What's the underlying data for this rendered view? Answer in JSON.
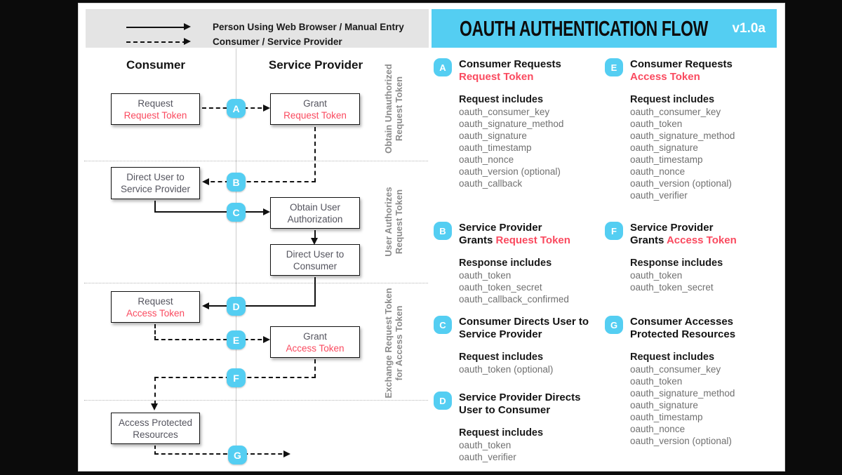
{
  "colors": {
    "accent_cyan": "#54CEF2",
    "accent_red": "#FA4A5F"
  },
  "legend": {
    "solid_label": "Person Using Web Browser / Manual Entry",
    "dashed_label": "Consumer / Service Provider"
  },
  "header": {
    "title": "OAUTH AUTHENTICATION FLOW",
    "version": "v1.0a"
  },
  "flowchart": {
    "columns": {
      "consumer": "Consumer",
      "service_provider": "Service Provider"
    },
    "steps": [
      "A",
      "B",
      "C",
      "D",
      "E",
      "F",
      "G"
    ],
    "boxes": [
      {
        "line1": "Request",
        "line2": "Request Token",
        "line2_red": true
      },
      {
        "line1": "Grant",
        "line2": "Request Token",
        "line2_red": true
      },
      {
        "line1": "Direct User to",
        "line2": "Service Provider",
        "line2_red": false
      },
      {
        "line1": "Obtain User",
        "line2": "Authorization",
        "line2_red": false
      },
      {
        "line1": "Direct User to",
        "line2": "Consumer",
        "line2_red": false
      },
      {
        "line1": "Request",
        "line2": "Access Token",
        "line2_red": true
      },
      {
        "line1": "Grant",
        "line2": "Access Token",
        "line2_red": true
      },
      {
        "line1": "Access Protected",
        "line2": "Resources",
        "line2_red": false
      }
    ],
    "phases": [
      {
        "line1": "Obtain Unauthorized",
        "line2": "Request Token"
      },
      {
        "line1": "User Authorizes",
        "line2": "Request Token"
      },
      {
        "line1": "Exchange Request Token",
        "line2": "for Access Token"
      }
    ]
  },
  "sections": [
    {
      "letter": "A",
      "heading_line1": "Consumer Requests",
      "heading_line2_black": "",
      "heading_line2_red": "Request Token",
      "includes_title": "Request includes",
      "params": [
        "oauth_consumer_key",
        "oauth_signature_method",
        "oauth_signature",
        "oauth_timestamp",
        "oauth_nonce",
        "oauth_version (optional)",
        "oauth_callback"
      ]
    },
    {
      "letter": "B",
      "heading_line1": "Service Provider",
      "heading_line2_black": "Grants ",
      "heading_line2_red": "Request Token",
      "includes_title": "Response includes",
      "params": [
        "oauth_token",
        "oauth_token_secret",
        "oauth_callback_confirmed"
      ]
    },
    {
      "letter": "C",
      "heading_line1": "Consumer Directs User to",
      "heading_line2_black": "Service Provider",
      "heading_line2_red": "",
      "includes_title": "Request includes",
      "params": [
        "oauth_token (optional)"
      ]
    },
    {
      "letter": "D",
      "heading_line1": "Service Provider Directs",
      "heading_line2_black": "User to Consumer",
      "heading_line2_red": "",
      "includes_title": "Request includes",
      "params": [
        "oauth_token",
        "oauth_verifier"
      ]
    },
    {
      "letter": "E",
      "heading_line1": "Consumer Requests",
      "heading_line2_black": "",
      "heading_line2_red": "Access Token",
      "includes_title": "Request includes",
      "params": [
        "oauth_consumer_key",
        "oauth_token",
        "oauth_signature_method",
        "oauth_signature",
        "oauth_timestamp",
        "oauth_nonce",
        "oauth_version (optional)",
        "oauth_verifier"
      ]
    },
    {
      "letter": "F",
      "heading_line1": "Service Provider",
      "heading_line2_black": "Grants ",
      "heading_line2_red": "Access Token",
      "includes_title": "Response includes",
      "params": [
        "oauth_token",
        "oauth_token_secret"
      ]
    },
    {
      "letter": "G",
      "heading_line1": "Consumer Accesses",
      "heading_line2_black": "Protected Resources",
      "heading_line2_red": "",
      "includes_title": "Request includes",
      "params": [
        "oauth_consumer_key",
        "oauth_token",
        "oauth_signature_method",
        "oauth_signature",
        "oauth_timestamp",
        "oauth_nonce",
        "oauth_version (optional)"
      ]
    }
  ]
}
